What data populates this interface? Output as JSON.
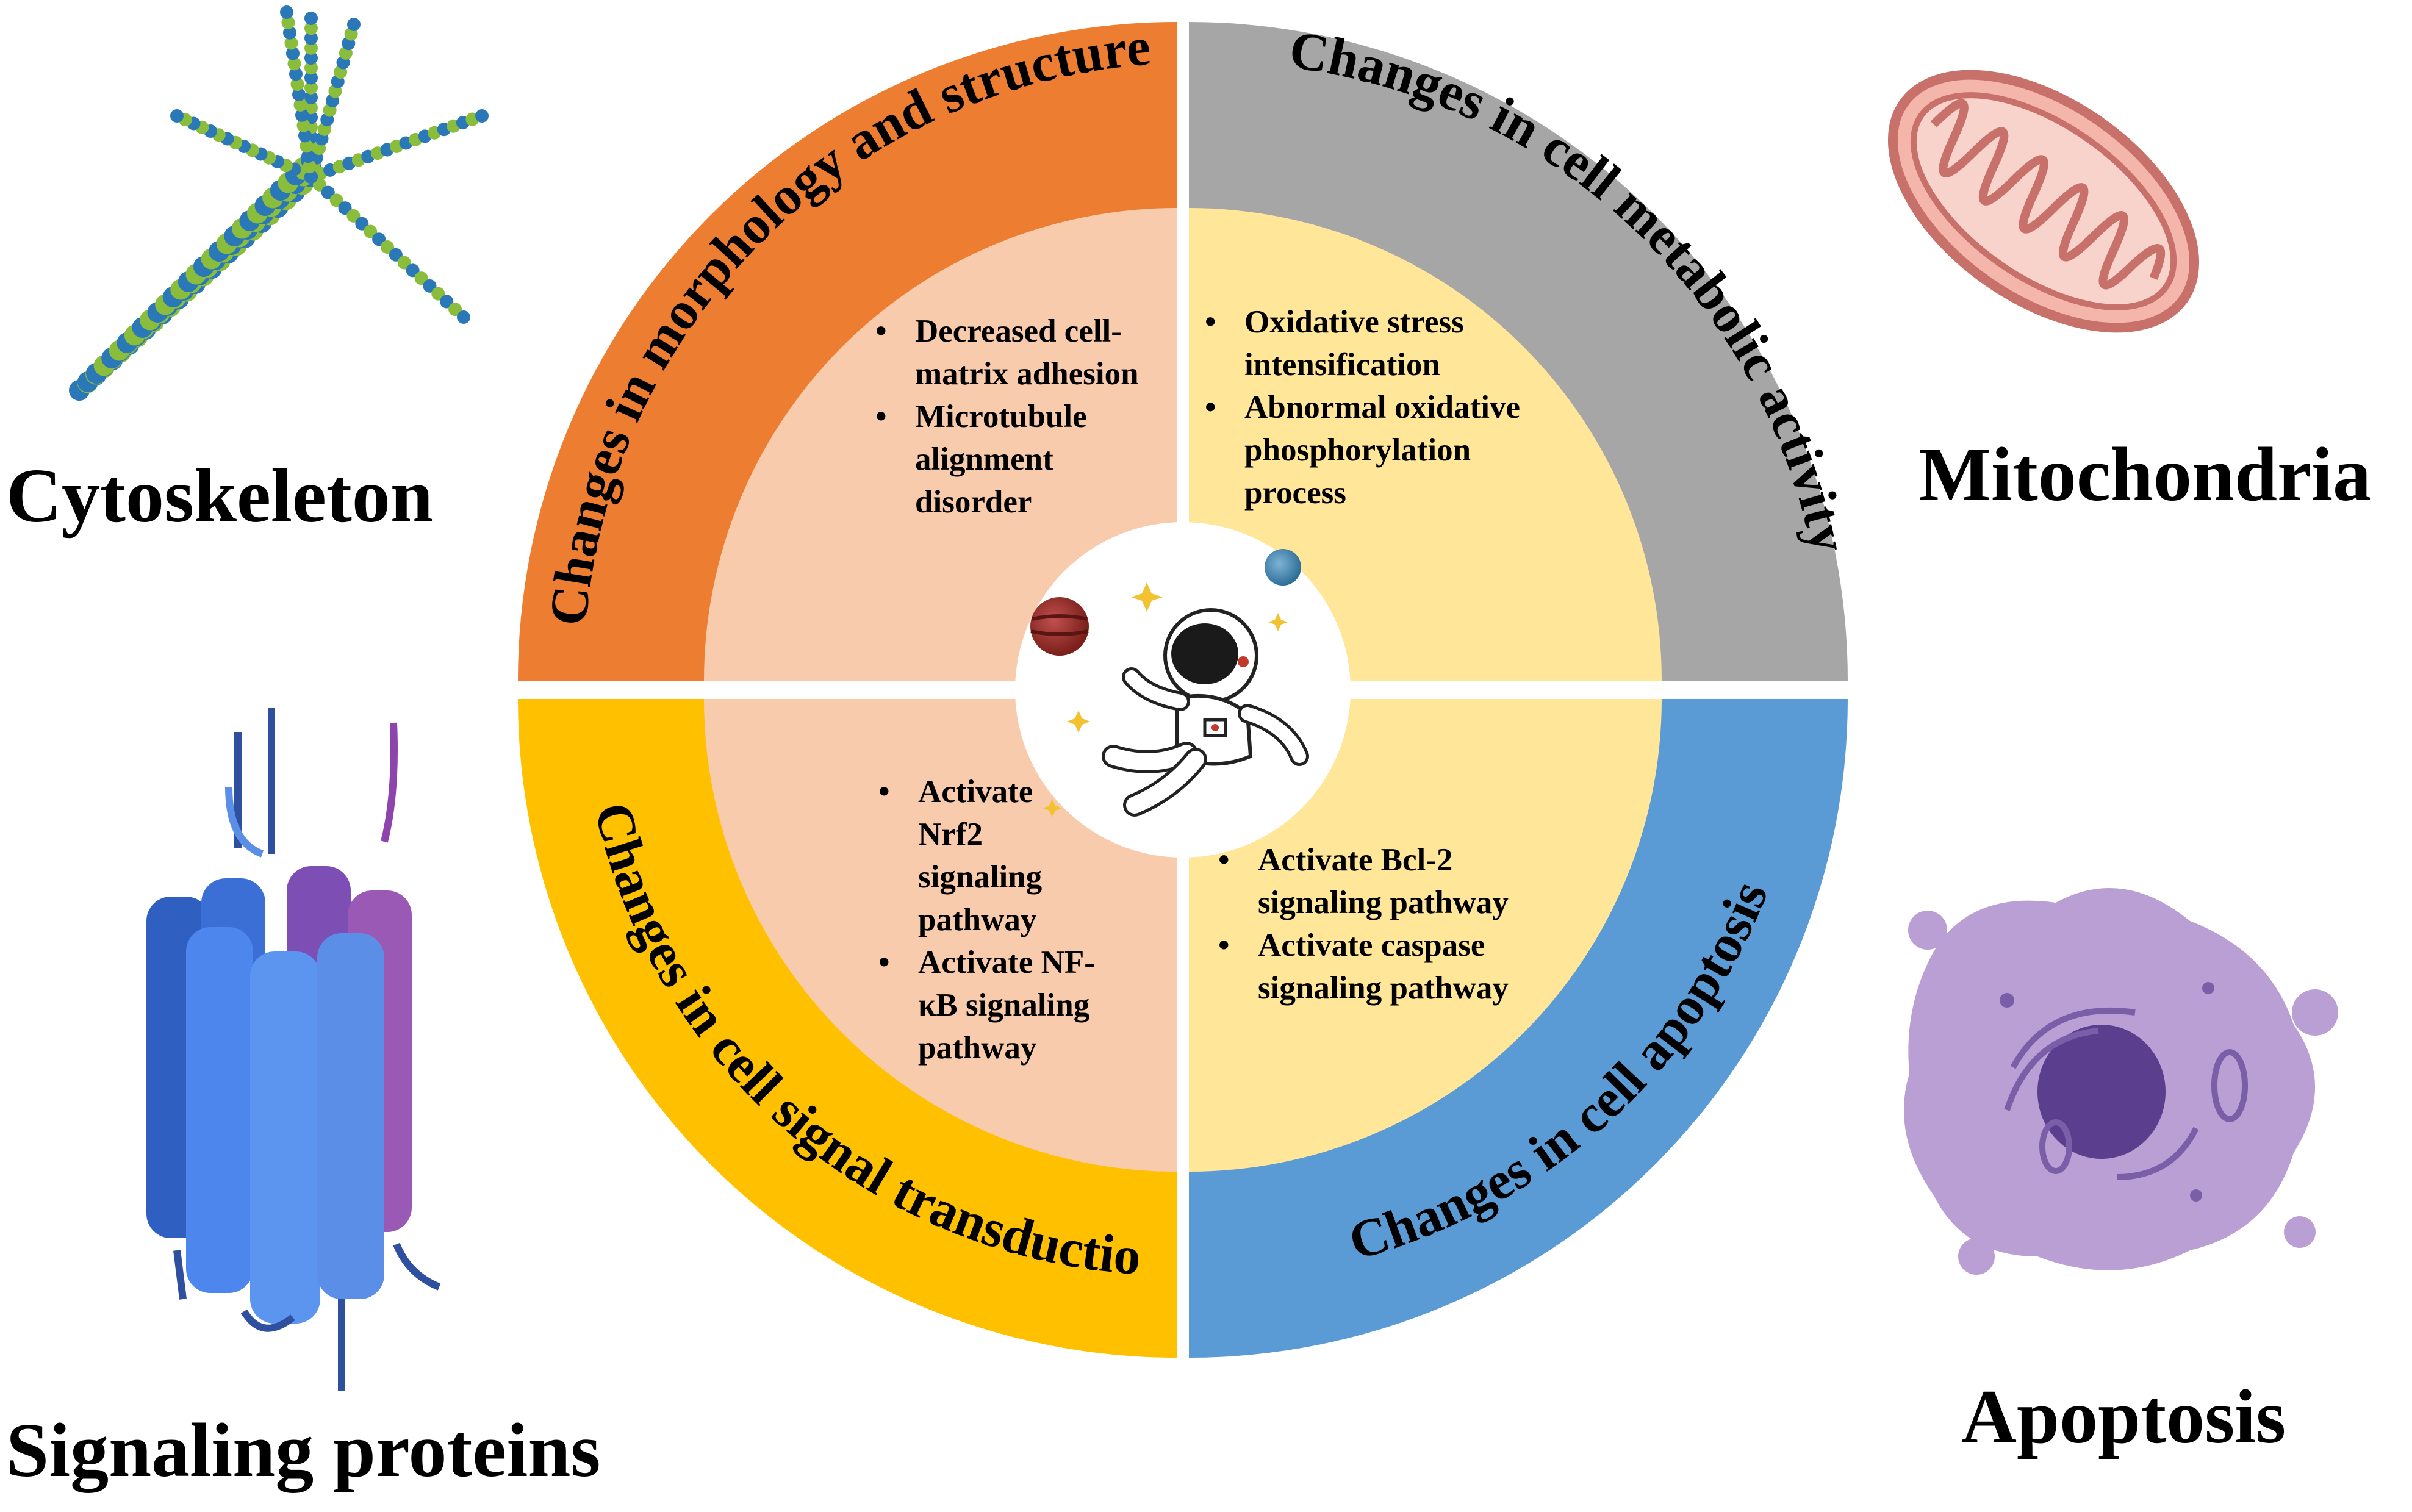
{
  "colors": {
    "orange": "#ED7D31",
    "gray": "#A6A6A6",
    "gold": "#FFC000",
    "blue": "#5B9BD5",
    "peach": "#F8CBAD",
    "cream": "#FFE699"
  },
  "corner_labels": {
    "top_left": "Cytoskeleton",
    "top_right": "Mitochondria",
    "bottom_left": "Signaling proteins",
    "bottom_right": "Apoptosis"
  },
  "ring": {
    "top_left": "Changes in  morphology and structure",
    "top_right": "Changes in cell metabolic activity",
    "bottom_left": "Changes in cell signal transduction",
    "bottom_right": "Changes in cell apoptosis"
  },
  "quadrants": {
    "top_left": {
      "bullets": [
        [
          "Decreased cell-",
          "matrix adhesion"
        ],
        [
          "Microtubule",
          "alignment",
          "disorder"
        ]
      ]
    },
    "top_right": {
      "bullets": [
        [
          "Oxidative stress",
          "intensification"
        ],
        [
          "Abnormal oxidative",
          "phosphorylation",
          "process"
        ]
      ]
    },
    "bottom_left": {
      "bullets": [
        [
          "Activate",
          "Nrf2",
          "signaling",
          "pathway"
        ],
        [
          "Activate NF-",
          "κB signaling",
          "pathway"
        ]
      ]
    },
    "bottom_right": {
      "bullets": [
        [
          "Activate  Bcl-2",
          "signaling pathway"
        ],
        [
          "Activate caspase",
          "signaling pathway"
        ]
      ]
    }
  },
  "icons": {
    "top_left": "cytoskeleton-icon",
    "top_right": "mitochondria-icon",
    "bottom_left": "signaling-protein-icon",
    "bottom_right": "apoptotic-cell-icon",
    "center": "astronaut-icon"
  }
}
